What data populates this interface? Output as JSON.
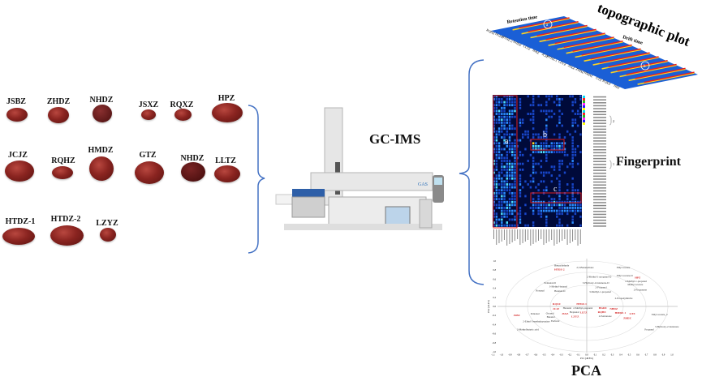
{
  "samples": [
    {
      "label": "JSBZ"
    },
    {
      "label": "ZHDZ"
    },
    {
      "label": "NHDZ"
    },
    {
      "label": "JSXZ"
    },
    {
      "label": "RQXZ"
    },
    {
      "label": "HPZ"
    },
    {
      "label": "JCJZ"
    },
    {
      "label": "RQHZ"
    },
    {
      "label": "HMDZ"
    },
    {
      "label": "GTZ"
    },
    {
      "label": "NHDZ"
    },
    {
      "label": "LLTZ"
    },
    {
      "label": "HTDZ-1"
    },
    {
      "label": "HTDZ-2"
    },
    {
      "label": "LZYZ"
    }
  ],
  "instrument": {
    "label": "GC-IMS",
    "brand": "GAS"
  },
  "topographic": {
    "title": "topographic plot",
    "axis_retention": "Retention time",
    "axis_drift": "Drift time",
    "marker_a": "a",
    "marker_b": "b",
    "rows": [
      "RQHZ",
      "HGDZ",
      "HTDZ-2",
      "NHDZ",
      "LLTZ",
      "JSBZ",
      "JCJZ",
      "HTDZ-1",
      "LZYZ",
      "JSXZ",
      "ZHDZ",
      "HMDZ",
      "GTZ",
      "RQXZ",
      "HPZ"
    ]
  },
  "fingerprint": {
    "title": "Fingerprint",
    "region_a": "a",
    "region_b": "b",
    "region_c": "c",
    "bracket_1": "1",
    "bracket_2": "2"
  },
  "pca": {
    "title": "PCA",
    "xlabel": "PC1 (48.8%)",
    "ylabel": "PC2 (22.4%)",
    "xticks": [
      "-1.1",
      "-1.0",
      "-0.9",
      "-0.8",
      "-0.7",
      "-0.6",
      "-0.5",
      "-0.4",
      "-0.3",
      "-0.2",
      "-0.1",
      "0.0",
      "0.1",
      "0.2",
      "0.3",
      "0.4",
      "0.5",
      "0.6",
      "0.7",
      "0.8",
      "0.9",
      "1.0"
    ],
    "yticks": [
      "1.0",
      "0.8",
      "0.6",
      "0.4",
      "0.2",
      "0.0",
      "-0.2",
      "-0.4",
      "-0.6",
      "-0.8",
      "-1.0"
    ],
    "variables": [
      {
        "t": "Benzaldehyde",
        "x": -0.38,
        "y": 0.88
      },
      {
        "t": "2,3-Butanedione",
        "x": -0.12,
        "y": 0.84
      },
      {
        "t": "Ethyl acetate",
        "x": 0.35,
        "y": 0.84
      },
      {
        "t": "2-Methyl-1-propanol-D",
        "x": 0.0,
        "y": 0.63
      },
      {
        "t": "Ethyl acetate-D",
        "x": 0.35,
        "y": 0.66
      },
      {
        "t": "2-Methyl-1-propanol",
        "x": 0.45,
        "y": 0.54
      },
      {
        "t": "Methyl acetate",
        "x": 0.48,
        "y": 0.46
      },
      {
        "t": "2-Propanone",
        "x": 0.55,
        "y": 0.35
      },
      {
        "t": "3-Hydroxy-2-butanone-D",
        "x": -0.05,
        "y": 0.5
      },
      {
        "t": "2-Propanol",
        "x": 0.1,
        "y": 0.4
      },
      {
        "t": "3-Methyl-1-propanol",
        "x": 0.03,
        "y": 0.35
      },
      {
        "t": "Pentanal-D",
        "x": -0.5,
        "y": 0.5
      },
      {
        "t": "3-Methyl-butanal",
        "x": -0.44,
        "y": 0.44
      },
      {
        "t": "Butanal-D",
        "x": -0.38,
        "y": 0.37
      },
      {
        "t": "Nonanal",
        "x": -0.6,
        "y": 0.33
      },
      {
        "t": "2-Propenylnitrile",
        "x": 0.33,
        "y": 0.16
      },
      {
        "t": "Hexanal",
        "x": -0.28,
        "y": -0.05
      },
      {
        "t": "2-Methyl-propanal",
        "x": -0.16,
        "y": -0.05
      },
      {
        "t": "Heptanal",
        "x": -0.2,
        "y": -0.12
      },
      {
        "t": "Pentanal",
        "x": -0.66,
        "y": -0.18
      },
      {
        "t": "Octanal",
        "x": -0.48,
        "y": -0.17
      },
      {
        "t": "Butanal",
        "x": -0.47,
        "y": -0.23
      },
      {
        "t": "2-Pentanone",
        "x": 0.14,
        "y": -0.23
      },
      {
        "t": "2-Ethyl-5-methylpyrazine",
        "x": -0.75,
        "y": -0.28
      },
      {
        "t": "Furfural",
        "x": -0.42,
        "y": -0.34
      },
      {
        "t": "2-Methylbutyric acid",
        "x": -0.82,
        "y": -0.53
      },
      {
        "t": "Ethyl acetate_2",
        "x": 0.76,
        "y": -0.2
      },
      {
        "t": "3-Hydroxy-2-butanone",
        "x": 0.8,
        "y": -0.46
      },
      {
        "t": "Propanol",
        "x": 0.68,
        "y": -0.53
      }
    ],
    "samples": [
      {
        "t": "HTDZ-2",
        "x": -0.38,
        "y": 0.82
      },
      {
        "t": "HPZ",
        "x": 0.55,
        "y": 0.62
      },
      {
        "t": "RQXZ",
        "x": -0.4,
        "y": 0.04
      },
      {
        "t": "HTDZ-1",
        "x": -0.12,
        "y": 0.04
      },
      {
        "t": "JCJZ",
        "x": -0.4,
        "y": -0.07
      },
      {
        "t": "JSXZ",
        "x": -0.28,
        "y": -0.18
      },
      {
        "t": "LZYZ",
        "x": -0.18,
        "y": -0.15
      },
      {
        "t": "LLTZ",
        "x": -0.08,
        "y": -0.15
      },
      {
        "t": "HGDZ",
        "x": 0.14,
        "y": -0.05
      },
      {
        "t": "NHDZ",
        "x": 0.27,
        "y": -0.07
      },
      {
        "t": "RQHZ",
        "x": 0.13,
        "y": -0.14
      },
      {
        "t": "HMDZ-1",
        "x": 0.33,
        "y": -0.14
      },
      {
        "t": "GTZ",
        "x": 0.5,
        "y": -0.18
      },
      {
        "t": "ZHDZ",
        "x": 0.43,
        "y": -0.25
      },
      {
        "t": "JSBZ",
        "x": -0.86,
        "y": -0.21
      }
    ]
  },
  "colors": {
    "brace": "#4472c4",
    "sample_label": "#d21f1f",
    "date": "#8a2420"
  }
}
